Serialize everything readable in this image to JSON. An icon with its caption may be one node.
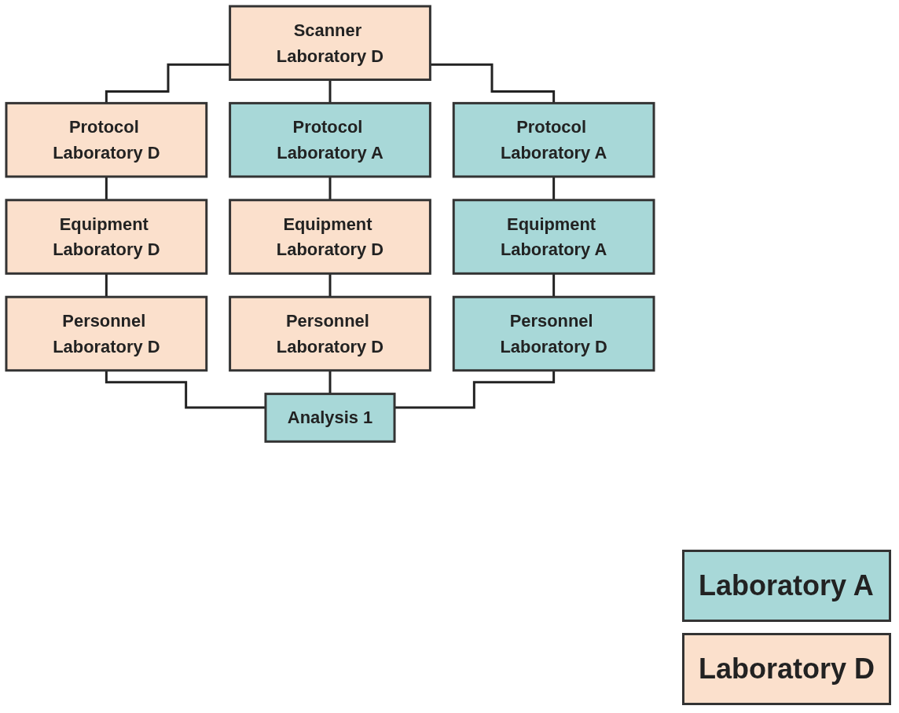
{
  "diagram": {
    "nodes": [
      {
        "text": [
          "Scanner Laboratory D"
        ]
      },
      {
        "text": [
          "Protocol Laboratory D"
        ]
      },
      {
        "text": [
          "Protocol Laboratory A"
        ]
      },
      {
        "text": [
          "Protocol Laboratory A"
        ]
      },
      {
        "text": [
          "Equipment Laboratory D"
        ]
      },
      {
        "text": [
          "Equipment Laboratory D"
        ]
      },
      {
        "text": [
          "Equipment Laboratory A"
        ]
      },
      {
        "text": [
          "Personnel Laboratory D"
        ]
      },
      {
        "text": [
          "Personnel Laboratory D"
        ]
      },
      {
        "text": [
          "Personnel Laboratory D"
        ]
      },
      {
        "text": [
          "Analysis 1"
        ]
      }
    ],
    "edges": [
      {
        "from": 0,
        "to": 1,
        "arrow": "none"
      },
      {
        "from": 0,
        "to": 2,
        "arrow": "none"
      },
      {
        "from": 0,
        "to": 3,
        "arrow": "none"
      },
      {
        "from": 1,
        "to": 4,
        "arrow": "none"
      },
      {
        "from": 2,
        "to": 5,
        "arrow": "none"
      },
      {
        "from": 3,
        "to": 6,
        "arrow": "none"
      },
      {
        "from": 4,
        "to": 7,
        "arrow": "none"
      },
      {
        "from": 5,
        "to": 8,
        "arrow": "none"
      },
      {
        "from": 6,
        "to": 9,
        "arrow": "none"
      },
      {
        "from": 7,
        "to": 10,
        "arrow": "none"
      },
      {
        "from": 8,
        "to": 10,
        "arrow": "none"
      },
      {
        "from": 9,
        "to": 10,
        "arrow": "none"
      }
    ],
    "legend": [
      {
        "text": "Laboratory A",
        "color": "#a8d8d8"
      },
      {
        "text": "Laboratory D",
        "color": "#fbe0cc"
      }
    ]
  }
}
